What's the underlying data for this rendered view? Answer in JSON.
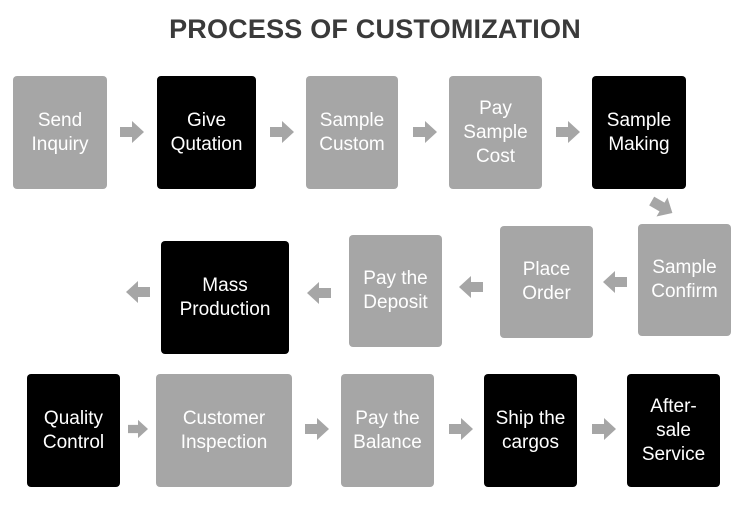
{
  "title": "PROCESS OF CUSTOMIZATION",
  "colors": {
    "gray_step": "#a6a6a6",
    "dark_step": "#000000",
    "arrow": "#a6a6a6",
    "title": "#3a3a3a"
  },
  "steps": [
    {
      "label": "Send\nInquiry",
      "style": "gray"
    },
    {
      "label": "Give\nQutation",
      "style": "black"
    },
    {
      "label": "Sample\nCustom",
      "style": "gray"
    },
    {
      "label": "Pay\nSample\nCost",
      "style": "gray"
    },
    {
      "label": "Sample\nMaking",
      "style": "black"
    },
    {
      "label": "Sample\nConfirm",
      "style": "gray"
    },
    {
      "label": "Place\nOrder",
      "style": "gray"
    },
    {
      "label": "Pay the\nDeposit",
      "style": "gray"
    },
    {
      "label": "Mass\nProduction",
      "style": "black"
    },
    {
      "label": "Quality\nControl",
      "style": "black"
    },
    {
      "label": "Customer\nInspection",
      "style": "gray"
    },
    {
      "label": "Pay the\nBalance",
      "style": "gray"
    },
    {
      "label": "Ship the\ncargos",
      "style": "black"
    },
    {
      "label": "After-\nsale\nService",
      "style": "black"
    }
  ]
}
